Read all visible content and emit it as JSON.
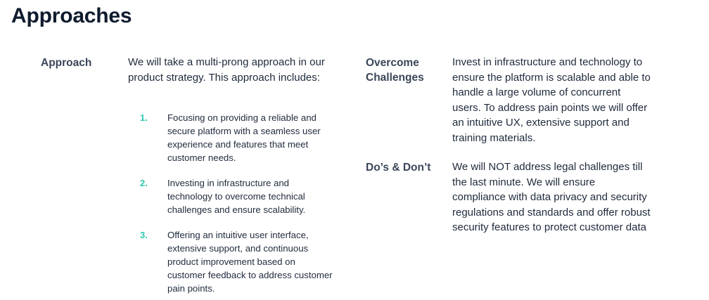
{
  "page": {
    "title": "Approaches"
  },
  "approach": {
    "label": "Approach",
    "intro": "We  will take a multi-prong approach in our product strategy. This approach includes:",
    "items": [
      {
        "number": "1.",
        "text": "Focusing on providing a reliable and secure platform with a seamless user experience and features that meet customer needs."
      },
      {
        "number": "2.",
        "text": "Investing in infrastructure and technology to overcome technical challenges and ensure scalability."
      },
      {
        "number": "3.",
        "text": "Offering an intuitive user interface, extensive support, and continuous product improvement based on customer feedback to address customer pain points."
      }
    ]
  },
  "challenges": {
    "label_line1": "Overcome",
    "label_line2": "Challenges",
    "text": "Invest in infrastructure and technology to ensure the platform is scalable and able to handle a large volume of concurrent users. To address pain points we will offer an intuitive UX, extensive support and training materials."
  },
  "dos_donts": {
    "label": "Do’s & Don’t",
    "text": "We will NOT address legal challenges till the last minute. We will ensure compliance with data privacy and security regulations and standards and offer robust security features to protect customer data"
  },
  "colors": {
    "accent": "#2ec9b0",
    "heading": "#0f1b2d",
    "label": "#3a4658",
    "text": "#1f2a3c"
  }
}
